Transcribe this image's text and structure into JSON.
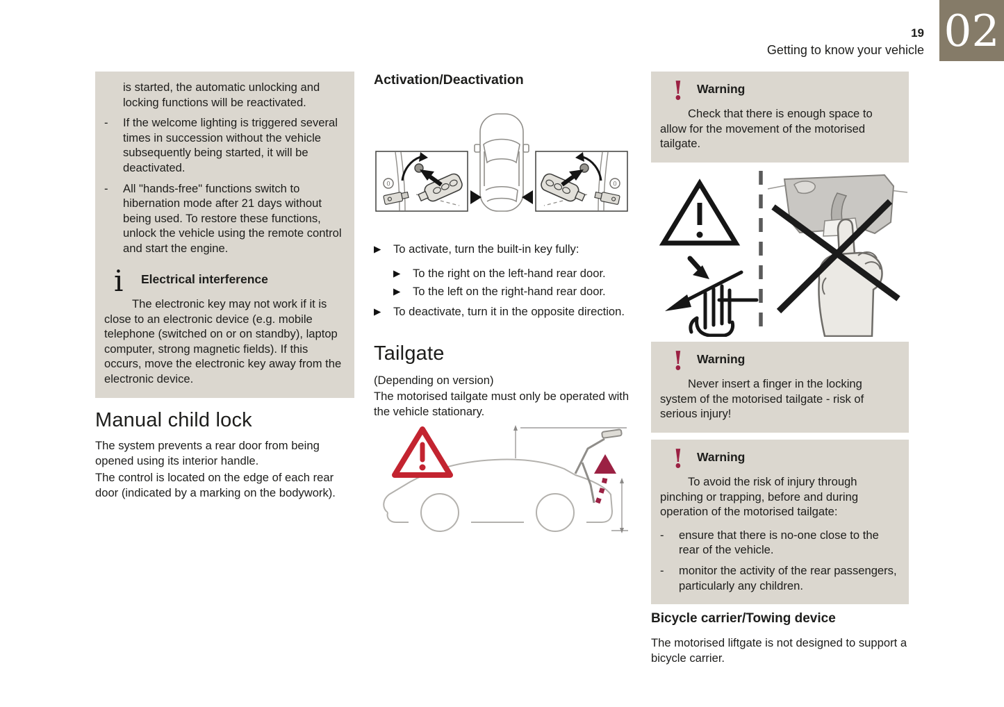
{
  "page": {
    "number": "19",
    "running_header": "Getting to know your vehicle",
    "chapter_label": "02"
  },
  "left_column": {
    "continuation_box": {
      "intro": "is started, the automatic unlocking and locking functions will be reactivated.",
      "items": [
        {
          "marker": "-",
          "text": "If the welcome lighting is triggered several times in succession without the vehicle subsequently being started, it will be deactivated."
        },
        {
          "marker": "-",
          "text": "All \"hands-free\" functions switch to hibernation mode after 21 days without being used. To restore these functions, unlock the vehicle using the remote control and start the engine."
        }
      ]
    },
    "info_box": {
      "icon_glyph": "i",
      "title": "Electrical interference",
      "body": "The electronic key may not work if it is close to an electronic device (e.g. mobile telephone (switched on or on standby), laptop computer, strong magnetic fields). If this occurs, move the electronic key away from the electronic device."
    },
    "manual_child_lock": {
      "title": "Manual child lock",
      "paragraph_1": "The system prevents a rear door from being opened using its interior handle.",
      "paragraph_2": "The control is located on the edge of each rear door (indicated by a marking on the bodywork)."
    }
  },
  "middle_column": {
    "activation": {
      "title": "Activation/Deactivation"
    },
    "instructions": [
      {
        "marker": "▶",
        "level": 1,
        "text": "To activate, turn the built-in key fully:"
      },
      {
        "marker": "▶",
        "level": 2,
        "text": "To the right on the left-hand rear door."
      },
      {
        "marker": "▶",
        "level": 2,
        "text": "To the left on the right-hand rear door."
      },
      {
        "marker": "▶",
        "level": 1,
        "text": "To deactivate, turn it in the opposite direction."
      }
    ],
    "tailgate": {
      "title": "Tailgate",
      "version_note": "(Depending on version)",
      "body": "The motorised tailgate must only be operated with the vehicle stationary."
    }
  },
  "right_column": {
    "warning_boxes": [
      {
        "icon_glyph": "!",
        "title": "Warning",
        "body": "Check that there is enough space to allow for the movement of the motorised tailgate."
      },
      {
        "icon_glyph": "!",
        "title": "Warning",
        "body": "Never insert a finger in the locking system of the motorised tailgate - risk of serious injury!"
      },
      {
        "icon_glyph": "!",
        "title": "Warning",
        "body": "To avoid the risk of injury through pinching or trapping, before and during operation of the motorised tailgate:",
        "items": [
          {
            "marker": "-",
            "text": "ensure that there is no-one close to the rear of the vehicle."
          },
          {
            "marker": "-",
            "text": "monitor the activity of the rear passengers, particularly any children."
          }
        ]
      }
    ],
    "bicycle_section": {
      "title": "Bicycle carrier/Towing device",
      "body": "The motorised liftgate is not designed to support a bicycle carrier."
    }
  },
  "colors": {
    "note_box_bg": "#dbd7cf",
    "warning_icon": "#9b2143",
    "chapter_badge_bg": "#857b68",
    "alert_red": "#c32430",
    "text": "#1d1d1b"
  }
}
